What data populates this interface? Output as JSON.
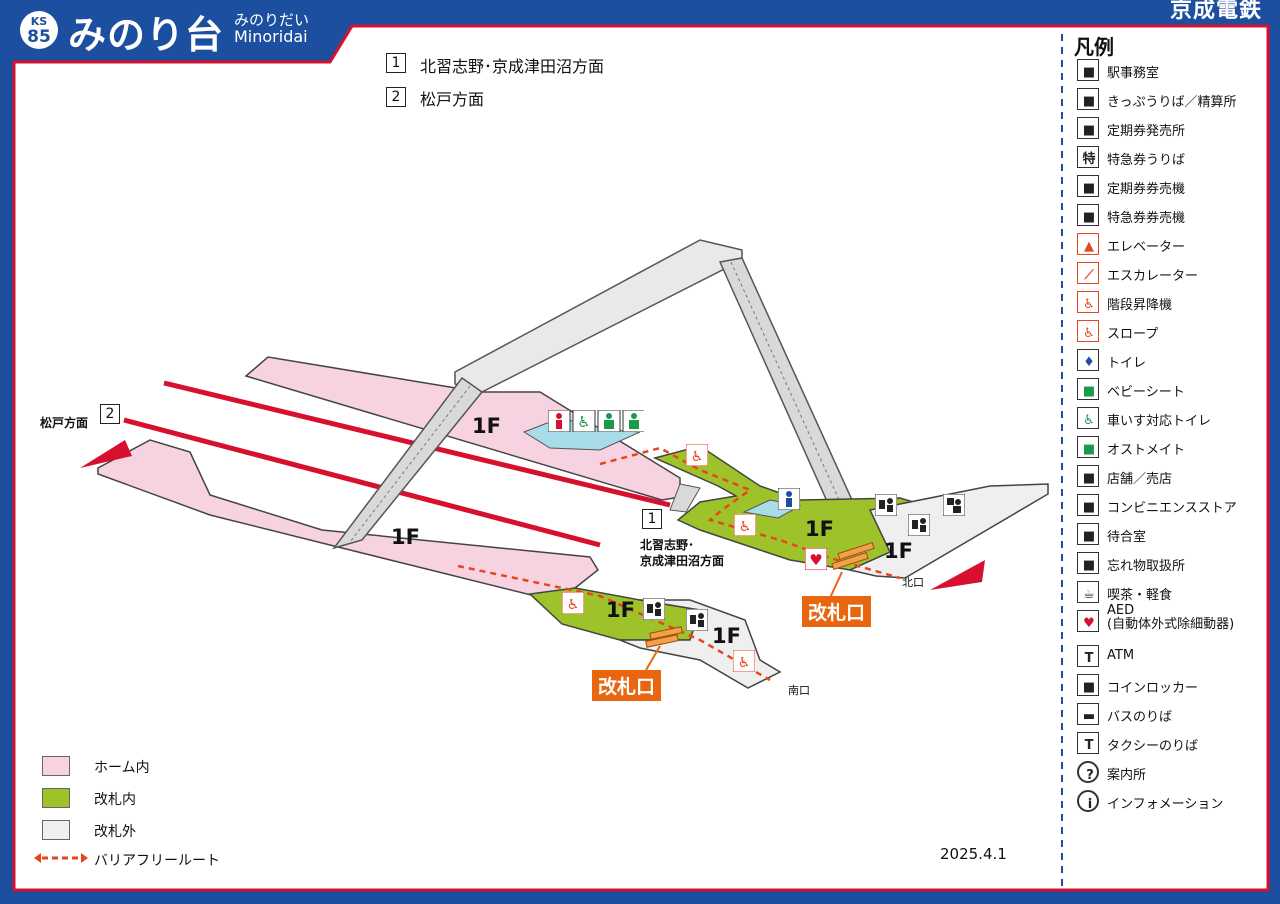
{
  "header": {
    "line_code": "KS",
    "station_number": "85",
    "station_name": "みのり台",
    "station_kana": "みのりだい",
    "station_roman": "Minoridai",
    "company": "京成電鉄"
  },
  "directions": [
    {
      "number": "1",
      "label": "北習志野･京成津田沼方面"
    },
    {
      "number": "2",
      "label": "松戸方面"
    }
  ],
  "map": {
    "platform_labels": [
      {
        "number": "2",
        "label": "松戸方面"
      },
      {
        "number": "1",
        "label_line1": "北習志野･",
        "label_line2": "京成津田沼方面"
      }
    ],
    "floor_label": "1F",
    "gate_label": "改札口",
    "exit_north": "北口",
    "exit_south": "南口",
    "date": "2025.4.1"
  },
  "area_legend": [
    {
      "label": "ホーム内",
      "color": "#f7d3e2"
    },
    {
      "label": "改札内",
      "color": "#9ec22a"
    },
    {
      "label": "改札外",
      "color": "#efefef"
    },
    {
      "label": "バリアフリールート",
      "color": "#e8451e"
    }
  ],
  "legend": {
    "title": "凡例",
    "items": [
      {
        "icon": "station-office-icon",
        "label": "駅事務室"
      },
      {
        "icon": "ticket-office-icon",
        "label": "きっぷうりば／精算所"
      },
      {
        "icon": "commuter-pass-office-icon",
        "label": "定期券発売所"
      },
      {
        "icon": "limited-express-ticket-icon",
        "label": "特急券うりば"
      },
      {
        "icon": "pass-machine-icon",
        "label": "定期券券売機"
      },
      {
        "icon": "express-ticket-machine-icon",
        "label": "特急券券売機"
      },
      {
        "icon": "elevator-icon",
        "label": "エレベーター"
      },
      {
        "icon": "escalator-icon",
        "label": "エスカレーター"
      },
      {
        "icon": "stair-lift-icon",
        "label": "階段昇降機"
      },
      {
        "icon": "slope-icon",
        "label": "スロープ"
      },
      {
        "icon": "toilet-icon",
        "label": "トイレ"
      },
      {
        "icon": "baby-seat-icon",
        "label": "ベビーシート"
      },
      {
        "icon": "accessible-toilet-icon",
        "label": "車いす対応トイレ"
      },
      {
        "icon": "ostomate-icon",
        "label": "オストメイト"
      },
      {
        "icon": "shop-icon",
        "label": "店舗／売店"
      },
      {
        "icon": "convenience-store-icon",
        "label": "コンビニエンスストア"
      },
      {
        "icon": "waiting-room-icon",
        "label": "待合室"
      },
      {
        "icon": "lost-and-found-icon",
        "label": "忘れ物取扱所"
      },
      {
        "icon": "cafe-icon",
        "label": "喫茶・軽食"
      },
      {
        "icon": "aed-icon",
        "label": "AED",
        "label2": "(自動体外式除細動器)"
      },
      {
        "icon": "atm-icon",
        "label": "ATM"
      },
      {
        "icon": "coin-locker-icon",
        "label": "コインロッカー"
      },
      {
        "icon": "bus-stop-icon",
        "label": "バスのりば"
      },
      {
        "icon": "taxi-stand-icon",
        "label": "タクシーのりば"
      },
      {
        "icon": "information-icon",
        "label": "案内所"
      },
      {
        "icon": "information-desk-icon",
        "label": "インフォメーション"
      }
    ]
  }
}
